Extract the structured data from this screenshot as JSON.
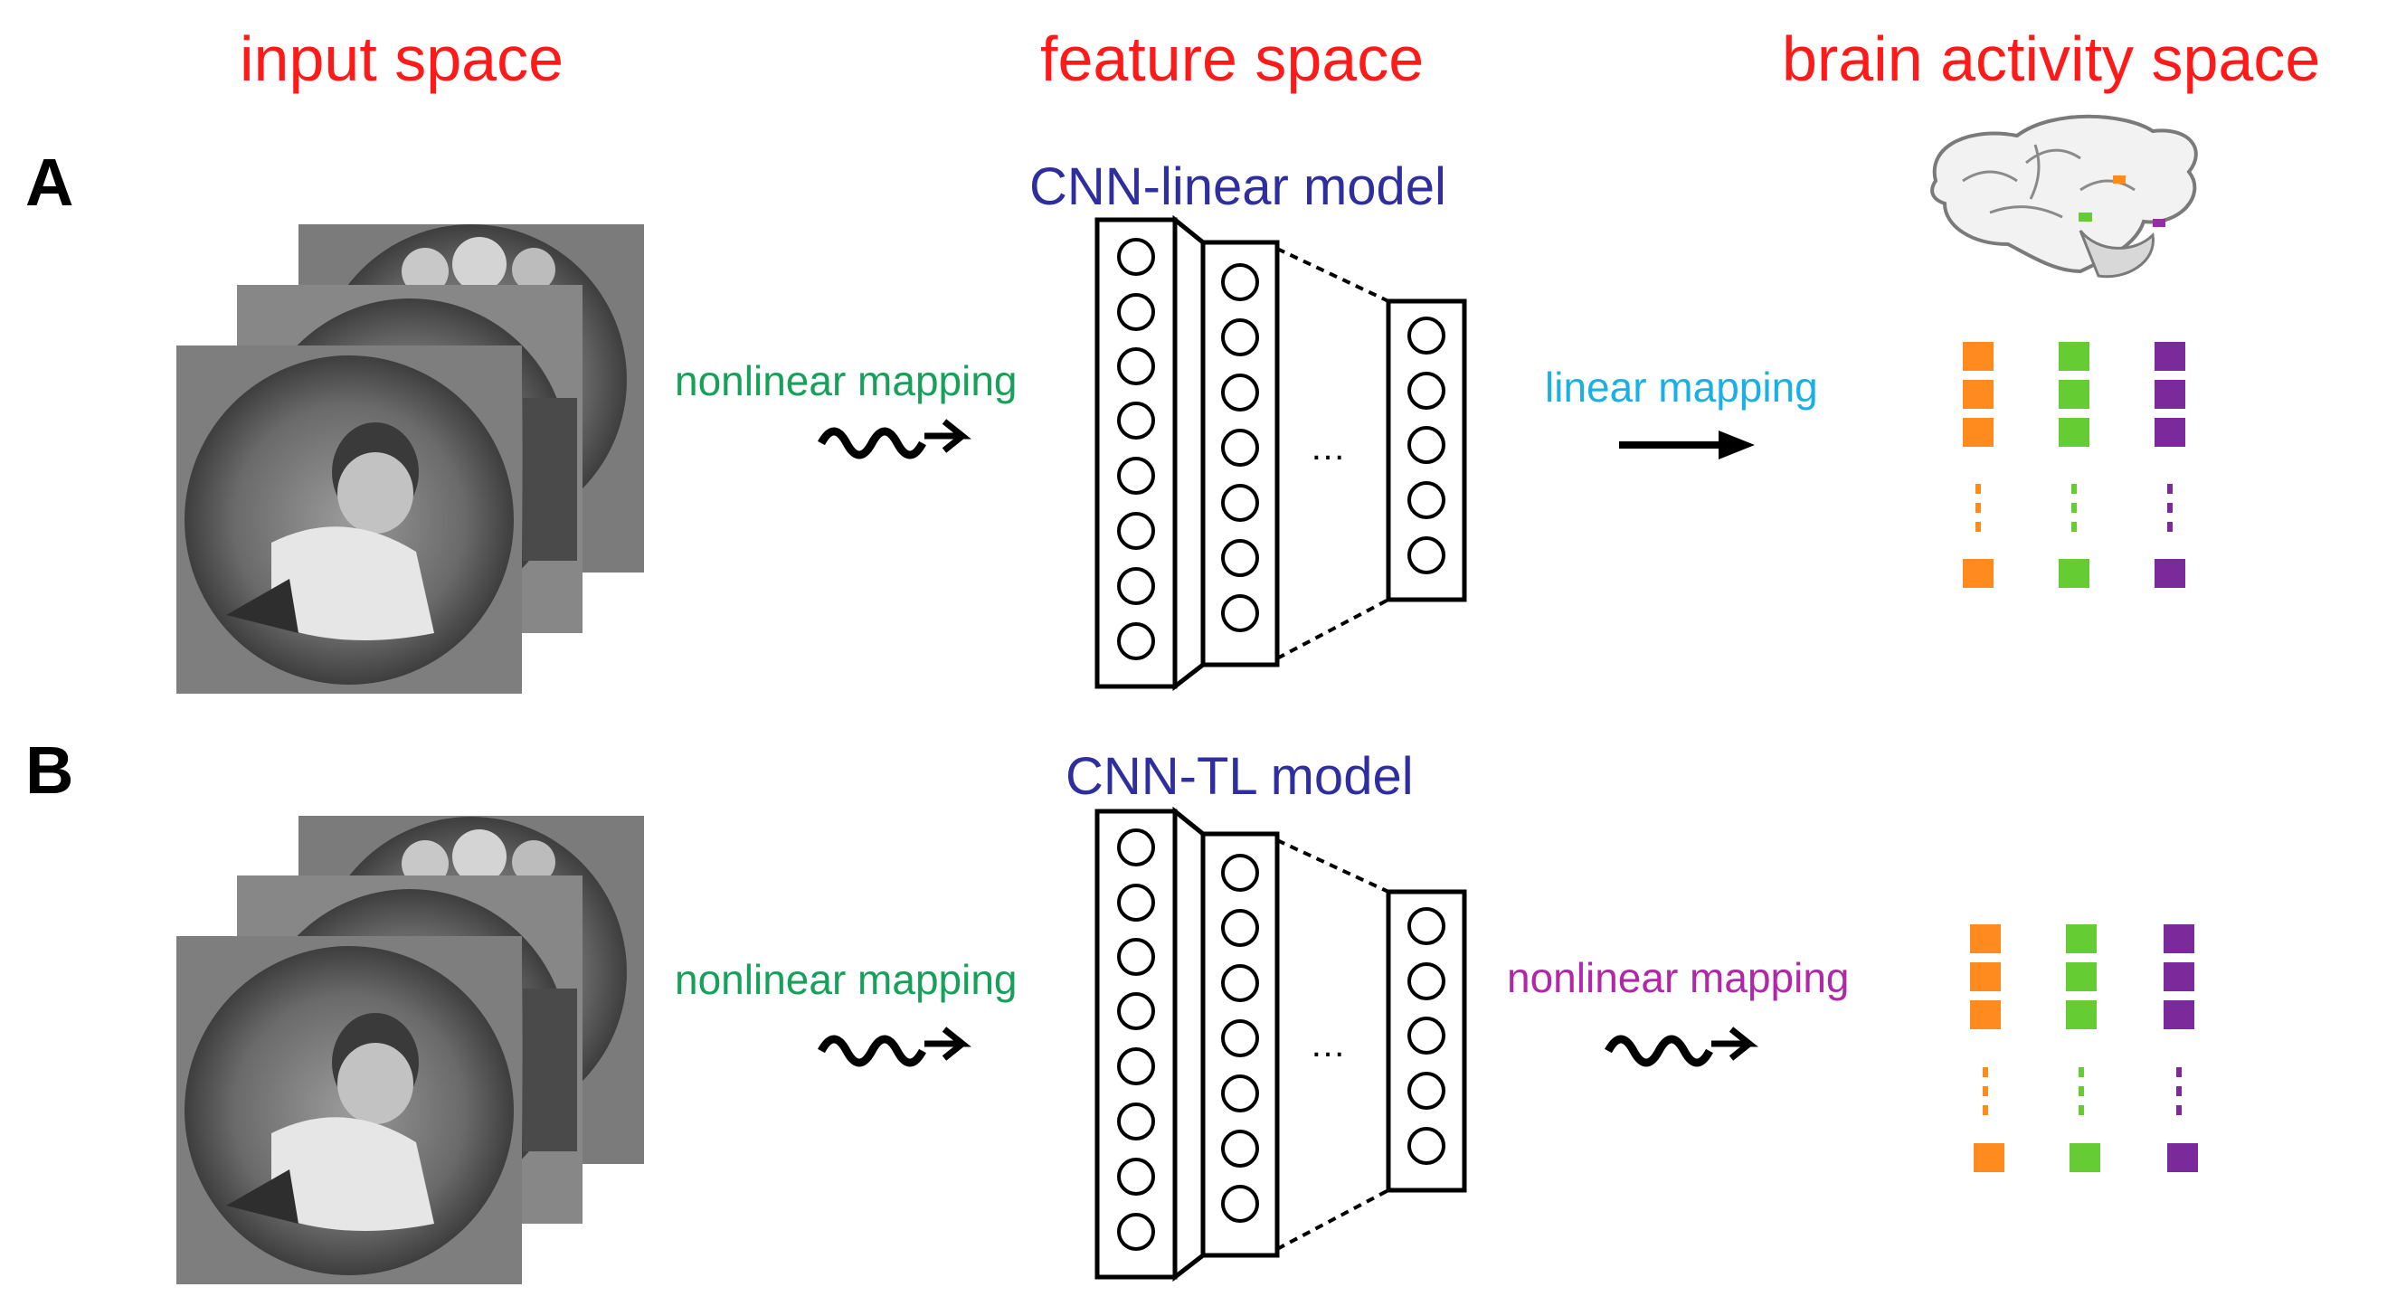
{
  "headers": {
    "input_space": "input space",
    "feature_space": "feature space",
    "brain_space": "brain activity space"
  },
  "colors": {
    "header": "#ff1a1a",
    "model_title": "#2e2e9e",
    "nonlinear_label": "#16a05a",
    "linear_label": "#1ab0e6",
    "nonlinear_label_b": "#b028a8",
    "orange": "#ff8a1e",
    "green": "#66cc33",
    "purple": "#7a2a9a",
    "image_bg": "#808080"
  },
  "panels": [
    {
      "letter": "A",
      "model_title": "CNN-linear model",
      "input_label": "nonlinear mapping",
      "layer_ellipsis": "…",
      "output_label": "linear mapping",
      "output_arrow": "straight-arrow-icon",
      "brain_icon": "brain-icon"
    },
    {
      "letter": "B",
      "model_title": "CNN-TL model",
      "input_label": "nonlinear mapping",
      "layer_ellipsis": "…",
      "output_label": "nonlinear mapping",
      "output_arrow": "squiggle-arrow-icon"
    }
  ]
}
